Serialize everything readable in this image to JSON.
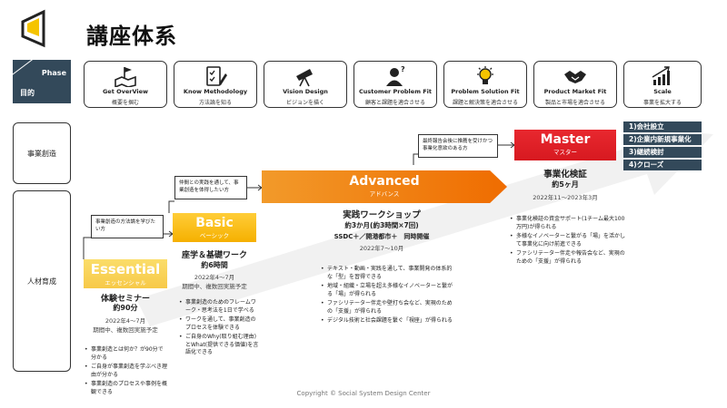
{
  "header": {
    "title": "講座体系"
  },
  "corner": {
    "phase": "Phase",
    "purpose": "目的"
  },
  "phases": [
    {
      "en": "Get OverView",
      "jp": "概要を掴む",
      "icon": "map-flag-icon"
    },
    {
      "en": "Know Methodology",
      "jp": "方法論を知る",
      "icon": "checklist-pen-icon"
    },
    {
      "en": "Vision Design",
      "jp": "ビジョンを描く",
      "icon": "telescope-icon"
    },
    {
      "en": "Customer Problem Fit",
      "jp": "顧客と課題を適合させる",
      "icon": "person-question-icon"
    },
    {
      "en": "Problem Solution Fit",
      "jp": "課題と解決策を適合させる",
      "icon": "lightbulb-icon"
    },
    {
      "en": "Product Market Fit",
      "jp": "製品と市場を適合させる",
      "icon": "handshake-icon"
    },
    {
      "en": "Scale",
      "jp": "事業を拡大する",
      "icon": "growth-chart-icon"
    }
  ],
  "rows": {
    "business": "事業創造",
    "talent": "人材育成"
  },
  "outcomes": [
    "1)会社設立",
    "2)企業内新規事業化",
    "3)継続検討",
    "4)クローズ"
  ],
  "essential": {
    "name": "Essential",
    "kana": "エッセンシャル",
    "course": "体験セミナー",
    "duration": "約90分",
    "date": "2022年4〜7月",
    "note": "期間中、複数回実施予定",
    "bullets": [
      "事業創造とは何か？が90分で分かる",
      "ご自身が事業創造を学ぶべき理由が分かる",
      "事業創造のプロセスや事例を概観できる"
    ]
  },
  "basic": {
    "name": "Basic",
    "kana": "ベーシック",
    "course": "座学＆基礎ワーク",
    "duration": "約6時間",
    "date": "2022年4〜7月",
    "note": "期間中、複数回実施予定",
    "callout": "事業創造の方法論を学びたい方",
    "bullets": [
      "事業創造のためのフレームワーク・思考法を1日で学べる",
      "ワークを通して、事業創造のプロセスを体験できる",
      "ご自身のWhy(取り組む理由)とWhat(提供できる価値)を言語化できる"
    ]
  },
  "advanced": {
    "name": "Advanced",
    "kana": "アドバンス",
    "course": "実践ワークショップ",
    "duration": "約3か月(約3時間×7回)",
    "venue": "SSDC＋／開港都市＋　同時開催",
    "date": "2022年7〜10月",
    "callout": "仲間との実践を通して、事業創造を体得したい方",
    "bullets": [
      "テキスト・動画・実践を通して、事業開発の体系的な「型」を習得できる",
      "地域・組織・立場を超え多様なイノベーターと繋がる「場」が得られる",
      "ファシリテーター伴走や壁打ち会など、実現のための「支援」が得られる",
      "デジタル技術と社会課題を繋ぐ「視座」が得られる"
    ]
  },
  "master": {
    "name": "Master",
    "kana": "マスター",
    "course": "事業化検証",
    "duration": "約5ヶ月",
    "date": "2022年11〜2023年3月",
    "callout": "最終報告会後に推薦を受けかつ事業化意欲のある方",
    "bullets": [
      "事業化検証の資金サポート(1チーム最大100万円)が得られる",
      "多様なイノベーターと繋がる「場」を活かして事業化に向け前進できる",
      "ファシリテーター伴走や報告会など、実現のための「支援」が得られる"
    ]
  },
  "footer": {
    "copyright": "Copyright © Social System Design Center"
  },
  "colors": {
    "navy": "#33495a",
    "essential": "#f7c948",
    "basic": "#f5b000",
    "advanced": "#ef6c00",
    "master": "#d71920"
  }
}
